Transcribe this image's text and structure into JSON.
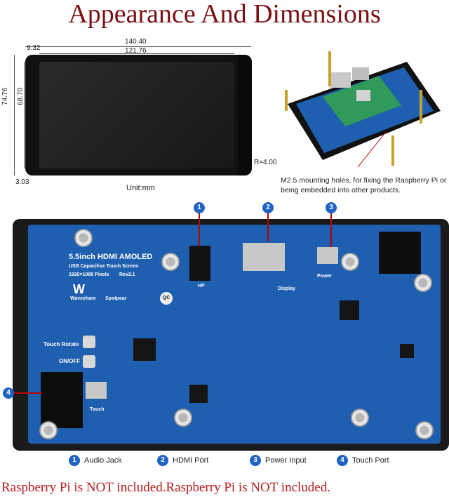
{
  "title": "Appearance And Dimensions",
  "dimensions": {
    "width_total": "140.40",
    "width_screen": "121.76",
    "left_margin": "9.32",
    "height_total": "74.76",
    "height_screen": "68.70",
    "bottom_offset": "3.03",
    "radius": "R=4.00",
    "unit": "Unit:mm"
  },
  "mount_caption": "M2.5 mounting holes, for fixing the Raspberry Pi or being embedded into other products.",
  "board": {
    "title": "5.5inch HDMI AMOLED",
    "subtitle": "USB Capacitive Touch Screen",
    "spec": "1920×1080 Pixels",
    "rev": "Rev2.1",
    "brand1": "Waveshare",
    "brand2": "Spotpear",
    "label_hp": "HP",
    "label_display": "Display",
    "label_power": "Power",
    "label_touch_rotate": "Touch Rotate",
    "label_onoff": "ON/OFF",
    "label_touch": "Touch",
    "qc": "QC"
  },
  "callouts": [
    "1",
    "2",
    "3",
    "4"
  ],
  "legend": [
    {
      "num": "1",
      "label": "Audio Jack"
    },
    {
      "num": "2",
      "label": "HDMI Port"
    },
    {
      "num": "3",
      "label": "Power Input"
    },
    {
      "num": "4",
      "label": "Touch Port"
    }
  ],
  "footer": "Raspberry Pi is NOT included.Raspberry Pi is NOT included.",
  "colors": {
    "title": "#7a0f12",
    "board": "#1f5fb0",
    "callout": "#1f63c4",
    "footer": "#b51c1c"
  }
}
